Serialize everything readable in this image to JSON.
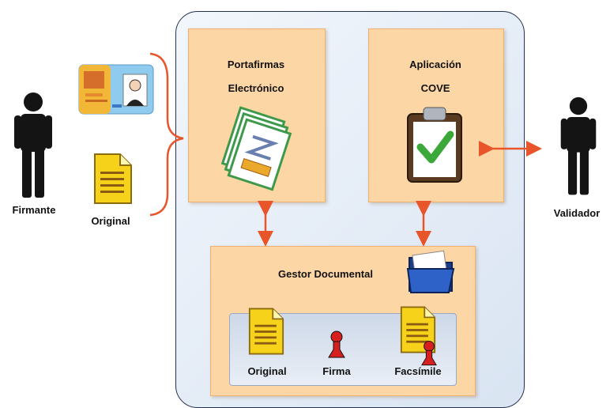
{
  "left": {
    "firmante_label": "Firmante",
    "original_label": "Original"
  },
  "portafirmas": {
    "title_line1": "Portafirmas",
    "title_line2": "Electrónico"
  },
  "cove": {
    "title_line1": "Aplicación",
    "title_line2": "COVE"
  },
  "gestor": {
    "title": "Gestor Documental",
    "items": [
      {
        "label": "Original"
      },
      {
        "label": "Firma"
      },
      {
        "label": "Facsímile"
      }
    ]
  },
  "right": {
    "validador_label": "Validador"
  },
  "colors": {
    "arrow": "#e8552a",
    "box_fill": "#fdd6a6",
    "person": "#141414",
    "container_border": "#24324e"
  }
}
